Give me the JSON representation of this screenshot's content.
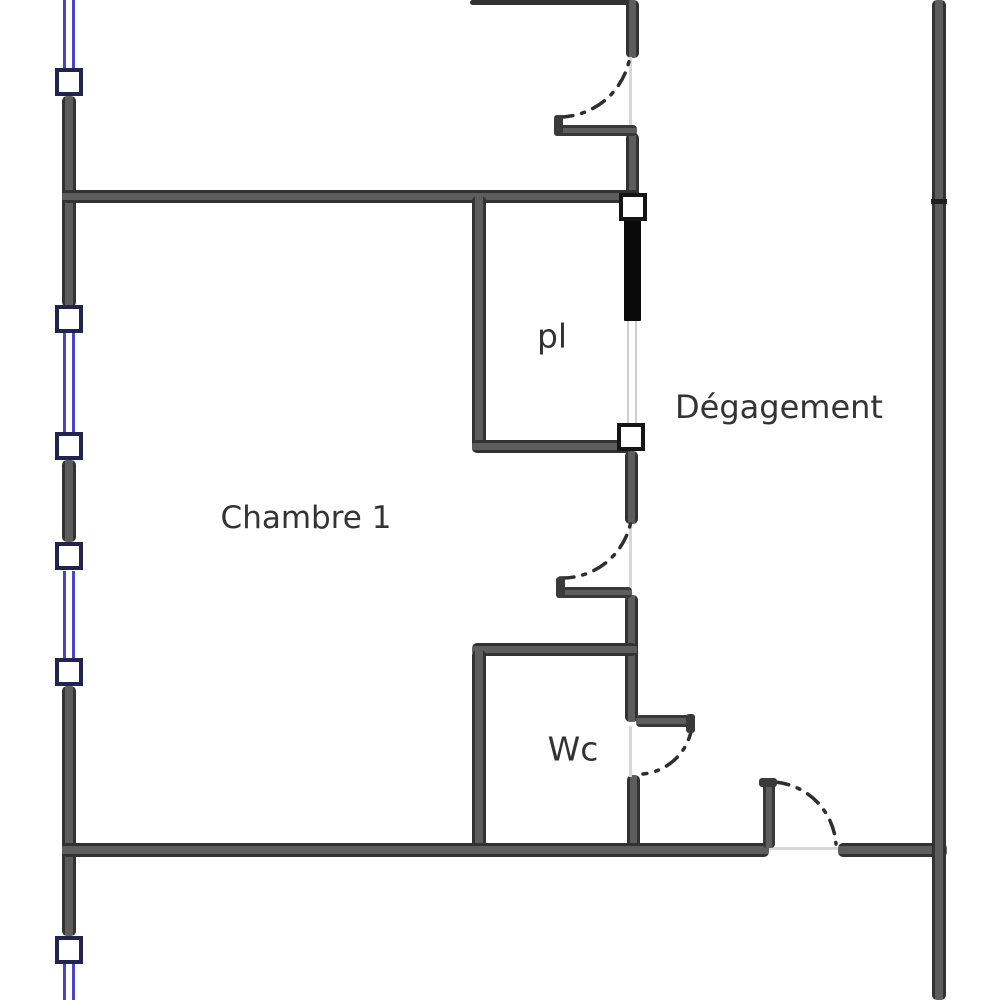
{
  "labels": {
    "chambre1": "Chambre 1",
    "degagement": "Dégagement",
    "placard": "pl",
    "wc": "Wc"
  },
  "colors": {
    "wall": "#3a3a3a",
    "wall_core": "#5d5d5d",
    "window_blue": "#4b46c8",
    "window_handle_border": "#23234f",
    "door_handle_border": "#151515",
    "door_panel_black": "#0a0a0a",
    "door_arc": "#2e2e2e",
    "threshold_gray": "#d8d8d8",
    "label_text": "#333333",
    "background": "#ffffff"
  },
  "elements": {
    "window_handle_count": 6,
    "door_handle_count": 2,
    "door_arc_count": 4
  }
}
